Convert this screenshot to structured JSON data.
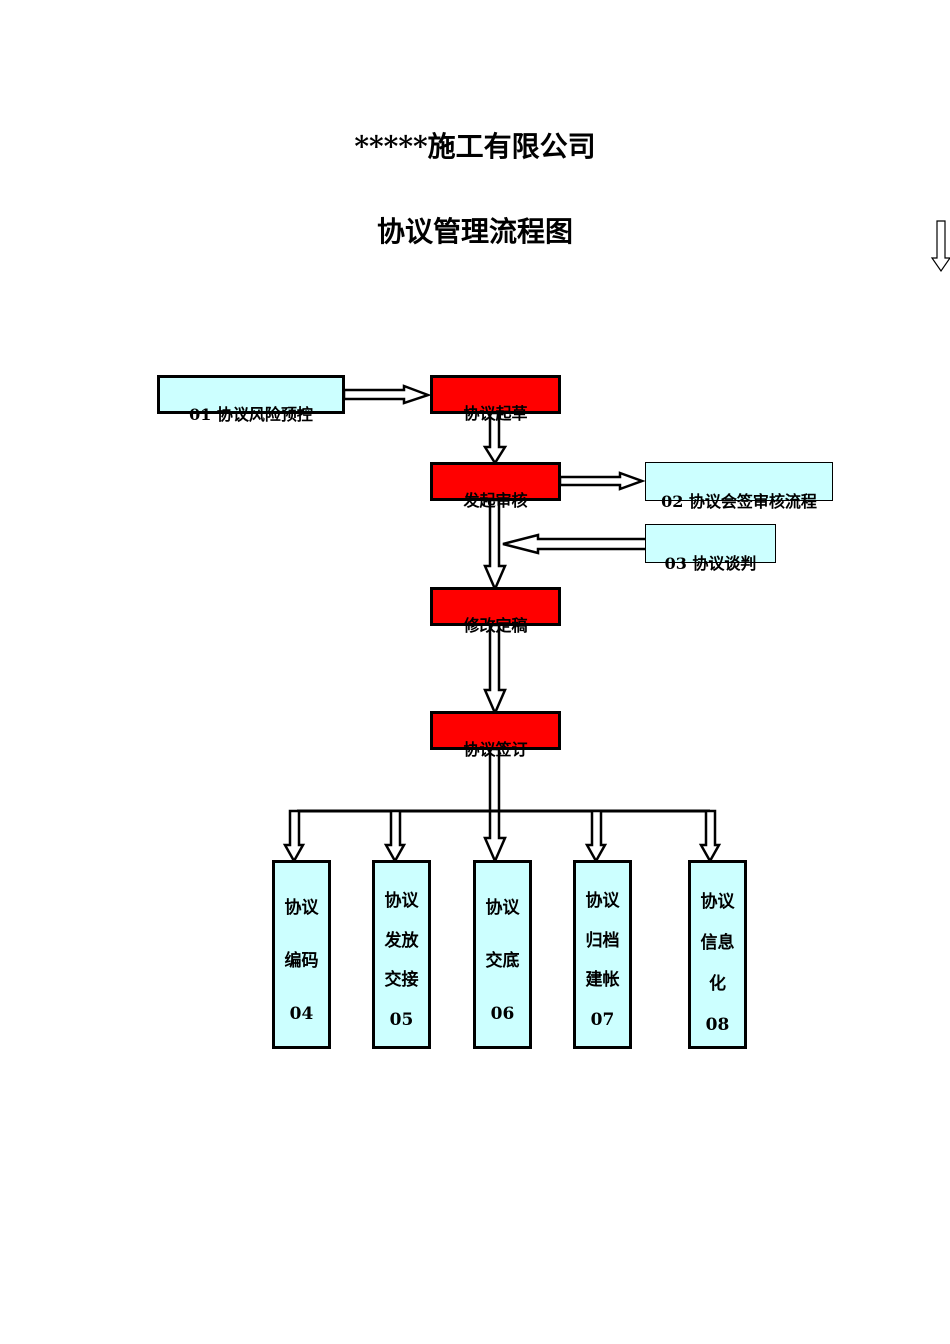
{
  "header": {
    "company": "*****施工有限公司",
    "title": "协议管理流程图"
  },
  "main_flow": [
    {
      "label": "协议起草"
    },
    {
      "label": "发起审核"
    },
    {
      "label": "修改定稿"
    },
    {
      "label": "协议签订"
    }
  ],
  "side_boxes": {
    "risk": "01 协议风险预控",
    "cosign": "02 协议会签审核流程",
    "negotiation": "03 协议谈判"
  },
  "bottom_boxes": [
    {
      "lines": [
        "协议",
        "编码",
        "04"
      ]
    },
    {
      "lines": [
        "协议",
        "发放",
        "交接",
        "05"
      ]
    },
    {
      "lines": [
        "协议",
        "交底",
        "06"
      ]
    },
    {
      "lines": [
        "协议",
        "归档",
        "建帐",
        "07"
      ]
    },
    {
      "lines": [
        "协议",
        "信息",
        "化",
        "08"
      ]
    }
  ],
  "colors": {
    "process_box": "#ff0000",
    "sub_box": "#ccffff",
    "arrow": "#000000"
  }
}
